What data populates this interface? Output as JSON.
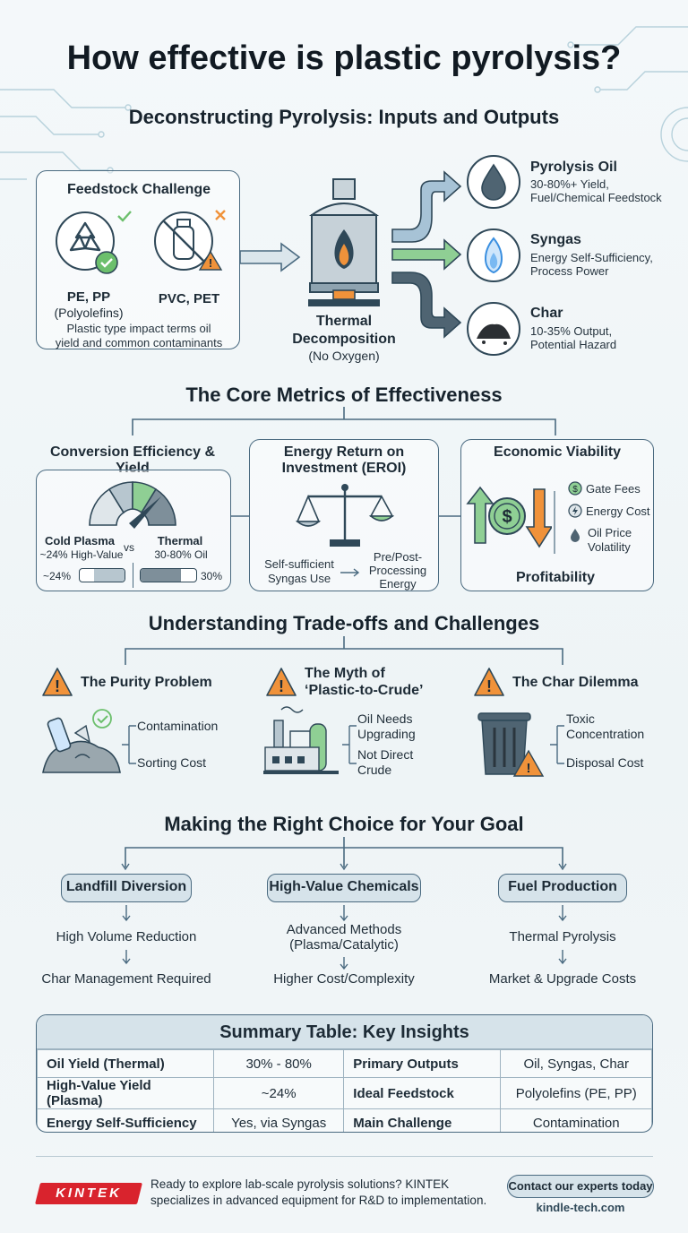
{
  "title": "How effective is plastic pyrolysis?",
  "inputs_outputs": {
    "heading": "Deconstructing Pyrolysis: Inputs and Outputs",
    "feedstock": {
      "title": "Feedstock Challenge",
      "good_label": "PE, PP",
      "good_sub": "(Polyolefins)",
      "bad_label": "PVC, PET",
      "note_line1": "Plastic type impact terms oil",
      "note_line2": "yield and common contaminants"
    },
    "process": {
      "label_line1": "Thermal",
      "label_line2": "Decomposition",
      "sub": "(No Oxygen)"
    },
    "outputs": [
      {
        "title": "Pyrolysis Oil",
        "line1": "30-80%+ Yield,",
        "line2": "Fuel/Chemical Feedstock"
      },
      {
        "title": "Syngas",
        "line1": "Energy Self-Sufficiency,",
        "line2": "Process Power"
      },
      {
        "title": "Char",
        "line1": "10-35% Output,",
        "line2": "Potential Hazard"
      }
    ]
  },
  "metrics": {
    "heading": "The Core Metrics of Effectiveness",
    "conversion": {
      "title": "Conversion Efficiency & Yield",
      "left_title": "Cold Plasma",
      "left_sub": "~24% High-Value",
      "vs": "vs",
      "right_title": "Thermal",
      "right_sub": "30-80% Oil",
      "left_value": "~24%",
      "right_value": "30%",
      "left_fill": 0.24,
      "right_fill": 0.3
    },
    "eroi": {
      "title_line1": "Energy Return on",
      "title_line2": "Investment (EROI)",
      "left_line1": "Self-sufficient",
      "left_line2": "Syngas Use",
      "right_line1": "Pre/Post-",
      "right_line2": "Processing",
      "right_line3": "Energy"
    },
    "economic": {
      "title": "Economic Viability",
      "items": [
        "Gate Fees",
        "Energy Cost",
        "Oil Price",
        "Volatility"
      ],
      "bottom": "Profitability"
    }
  },
  "tradeoffs": {
    "heading": "Understanding Trade-offs and Challenges",
    "purity": {
      "title": "The Purity Problem",
      "a": "Contamination",
      "b": "Sorting Cost"
    },
    "myth": {
      "title_line1": "The Myth of",
      "title_line2": "‘Plastic-to-Crude’",
      "a1": "Oil Needs",
      "a2": "Upgrading",
      "b1": "Not Direct",
      "b2": "Crude"
    },
    "char": {
      "title": "The Char Dilemma",
      "a1": "Toxic",
      "a2": "Concentration",
      "b": "Disposal Cost"
    }
  },
  "choice": {
    "heading": "Making the Right Choice for Your Goal",
    "columns": [
      {
        "pill": "Landfill Diversion",
        "line1": "High Volume Reduction",
        "line1b": "",
        "line2": "Char Management Required"
      },
      {
        "pill": "High-Value Chemicals",
        "line1": "Advanced Methods",
        "line1b": "(Plasma/Catalytic)",
        "line2": "Higher Cost/Complexity"
      },
      {
        "pill": "Fuel Production",
        "line1": "Thermal Pyrolysis",
        "line1b": "",
        "line2": "Market & Upgrade Costs"
      }
    ]
  },
  "summary": {
    "heading": "Summary Table: Key Insights",
    "rows": [
      [
        "Oil Yield (Thermal)",
        "30% - 80%",
        "Primary Outputs",
        "Oil, Syngas, Char"
      ],
      [
        "High-Value Yield (Plasma)",
        "~24%",
        "Ideal Feedstock",
        "Polyolefins (PE, PP)"
      ],
      [
        "Energy Self-Sufficiency",
        "Yes, via Syngas",
        "Main Challenge",
        "Contamination"
      ]
    ]
  },
  "footer": {
    "brand": "KINTEK",
    "text_line1": "Ready to explore lab-scale pyrolysis solutions? KINTEK",
    "text_line2": "specializes in advanced equipment for R&D to implementation.",
    "cta": "Contact our experts today",
    "url": "kindle-tech.com"
  },
  "colors": {
    "accent_green": "#6cbf6c",
    "warning_orange": "#f0923a",
    "navy": "#2f4858",
    "brand_red": "#d9232d"
  }
}
